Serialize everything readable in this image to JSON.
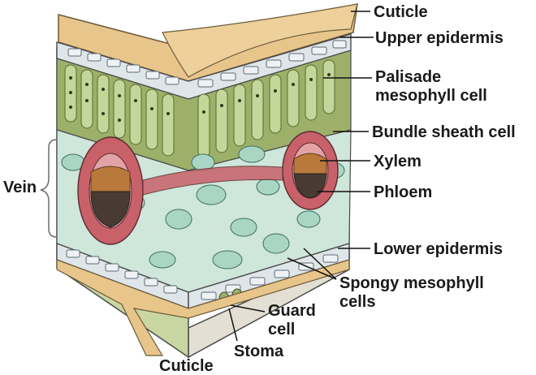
{
  "labels": {
    "cuticle_top": "Cuticle",
    "upper_epidermis": "Upper epidermis",
    "palisade_line1": "Palisade",
    "palisade_line2": "mesophyll cell",
    "bundle_sheath_cell": "Bundle sheath cell",
    "xylem": "Xylem",
    "phloem": "Phloem",
    "vein": "Vein",
    "lower_epidermis": "Lower epidermis",
    "spongy_line1": "Spongy mesophyll",
    "spongy_line2": "cells",
    "guard_line1": "Guard",
    "guard_line2": "cell",
    "stoma": "Stoma",
    "cuticle_bottom": "Cuticle"
  },
  "colors": {
    "cuticle": "#e8c58a",
    "epidermis": "#dfe6ea",
    "palisade": "#9db06a",
    "spongy": "#a9d6c4",
    "bundle_sheath": "#c9616a",
    "xylem": "#b9793b",
    "phloem": "#4a3b32",
    "background": "#ffffff"
  }
}
